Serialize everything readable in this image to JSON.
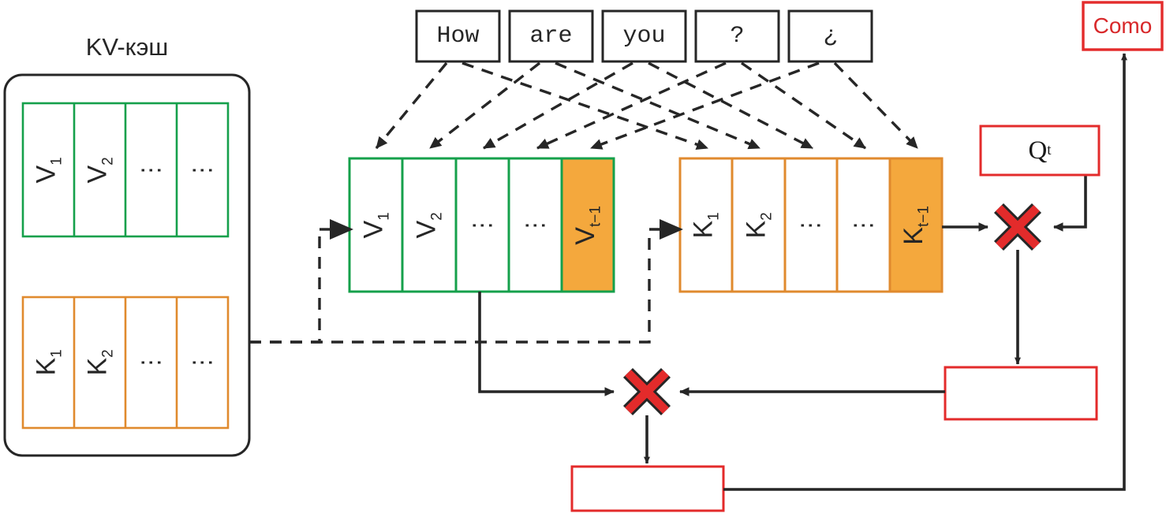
{
  "diagram": {
    "title": "KV-cache attention decoding step",
    "colors": {
      "green": "#15a04b",
      "orange": "#e08a2e",
      "orange_fill": "#f4a83d",
      "red": "#e32b2b",
      "dark": "#262626",
      "white": "#ffffff"
    }
  },
  "kv_cache": {
    "title": "KV-кэш",
    "value_row": {
      "name": "cache-values-row",
      "cells": [
        {
          "label": "V",
          "sub": "1"
        },
        {
          "label": "V",
          "sub": "2"
        },
        {
          "label": "⋮",
          "sub": ""
        },
        {
          "label": "⋮",
          "sub": ""
        }
      ]
    },
    "key_row": {
      "name": "cache-keys-row",
      "cells": [
        {
          "label": "K",
          "sub": "1"
        },
        {
          "label": "K",
          "sub": "2"
        },
        {
          "label": "⋮",
          "sub": ""
        },
        {
          "label": "⋮",
          "sub": ""
        }
      ]
    }
  },
  "tokens": {
    "name": "input-token-sequence",
    "items": [
      "How",
      "are",
      "you",
      "?",
      "¿"
    ]
  },
  "value_row": {
    "name": "value-vector-row",
    "cells": [
      {
        "label": "V",
        "sub": "1",
        "highlight": false
      },
      {
        "label": "V",
        "sub": "2",
        "highlight": false
      },
      {
        "label": "⋮",
        "sub": "",
        "highlight": false
      },
      {
        "label": "⋮",
        "sub": "",
        "highlight": false
      },
      {
        "label": "V",
        "sub": "t−1",
        "highlight": true
      }
    ]
  },
  "key_row": {
    "name": "key-vector-row",
    "cells": [
      {
        "label": "K",
        "sub": "1",
        "highlight": false
      },
      {
        "label": "K",
        "sub": "2",
        "highlight": false
      },
      {
        "label": "⋮",
        "sub": "",
        "highlight": false
      },
      {
        "label": "⋮",
        "sub": "",
        "highlight": false
      },
      {
        "label": "K",
        "sub": "t−1",
        "highlight": true
      }
    ]
  },
  "query": {
    "name": "query-box",
    "label": "Q",
    "sub": "t"
  },
  "output": {
    "name": "output-token-box",
    "label": "Como"
  },
  "scores_box": {
    "name": "attention-scores-box",
    "label": ""
  },
  "result_box": {
    "name": "attention-output-box",
    "label": ""
  },
  "operators": {
    "attention_product": "×",
    "weighted_sum": "×"
  }
}
